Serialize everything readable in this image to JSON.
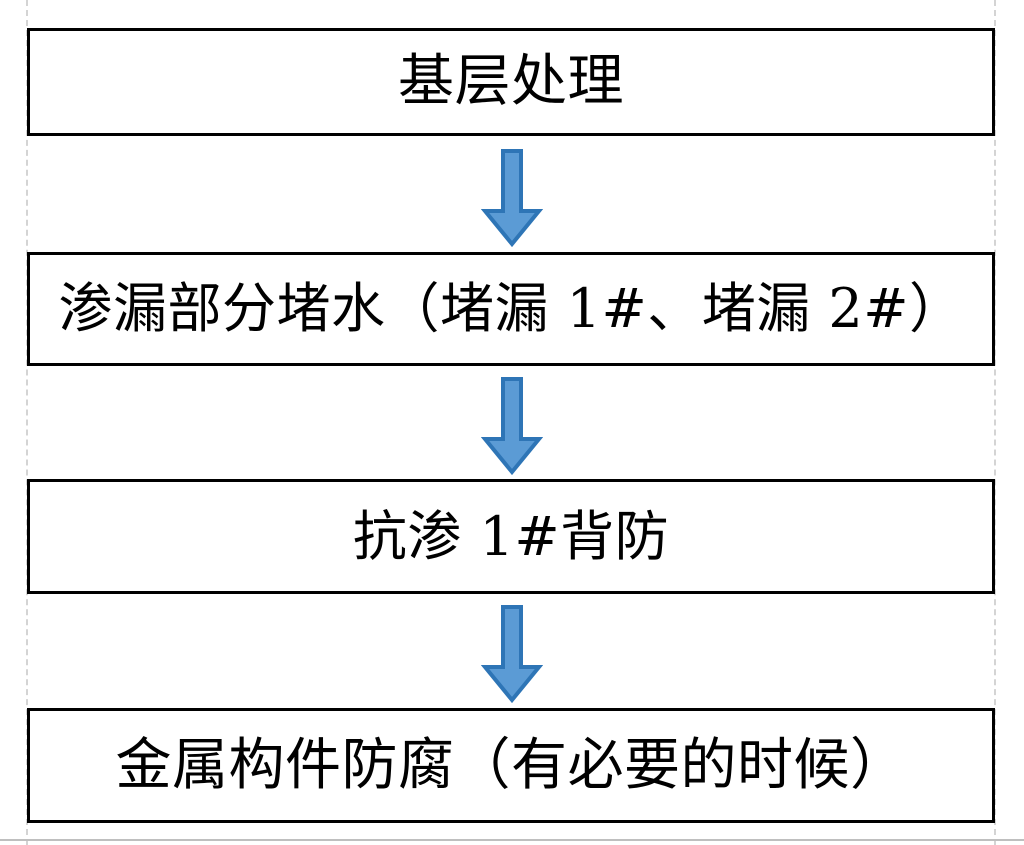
{
  "diagram": {
    "type": "vertical-flowchart",
    "title": "",
    "orientation": "top-to-bottom",
    "node_count": 4,
    "connector_count": 3,
    "nodes": [
      {
        "id": "box-1",
        "step": 1,
        "label": "基层处理"
      },
      {
        "id": "box-2",
        "step": 2,
        "label": "渗漏部分堵水（堵漏 1#、堵漏 2#）"
      },
      {
        "id": "box-3",
        "step": 3,
        "label": "抗渗 1#背防"
      },
      {
        "id": "box-4",
        "step": 4,
        "label": "金属构件防腐（有必要的时候）"
      }
    ],
    "connectors": [
      {
        "id": "arrow-1",
        "icon": "arrow-down-icon",
        "from": "box-1",
        "to": "box-2"
      },
      {
        "id": "arrow-2",
        "icon": "arrow-down-icon",
        "from": "box-2",
        "to": "box-3"
      },
      {
        "id": "arrow-3",
        "icon": "arrow-down-icon",
        "from": "box-3",
        "to": "box-4"
      }
    ]
  },
  "colors": {
    "arrow_fill": "#5B9BD5",
    "arrow_stroke": "#2E75B6",
    "box_border": "#000000",
    "box_background": "#FFFFFF",
    "page_background": "#FFFFFF",
    "guide_line": "#D4D4D4",
    "page_rule": "#BFBFBF",
    "text": "#000000"
  }
}
